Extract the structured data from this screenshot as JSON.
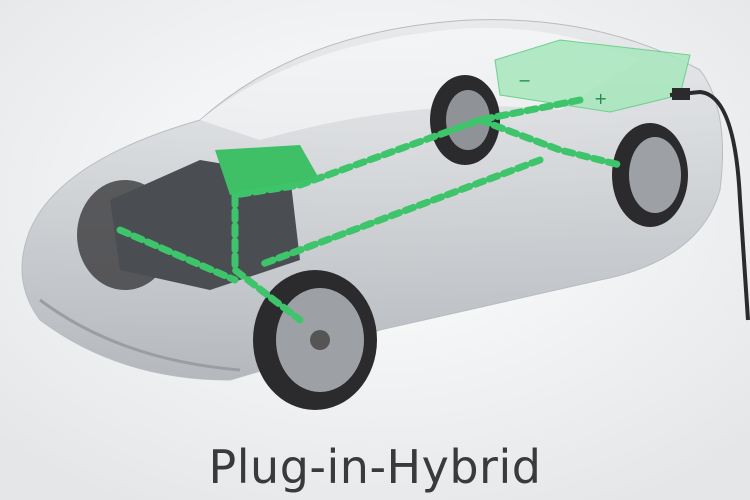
{
  "title": "Plug-in-Hybrid",
  "colors": {
    "background": "#f2f3f4",
    "car_body": "#c9ccd0",
    "energy_flow": "#3ec46a",
    "battery": "#8fe3a8",
    "title_text": "#3a3a3a"
  },
  "icons": [
    "car-illustration",
    "battery-pack",
    "engine",
    "charging-plug",
    "energy-flow-arrows"
  ],
  "battery_labels": {
    "minus": "−",
    "plus": "+"
  }
}
